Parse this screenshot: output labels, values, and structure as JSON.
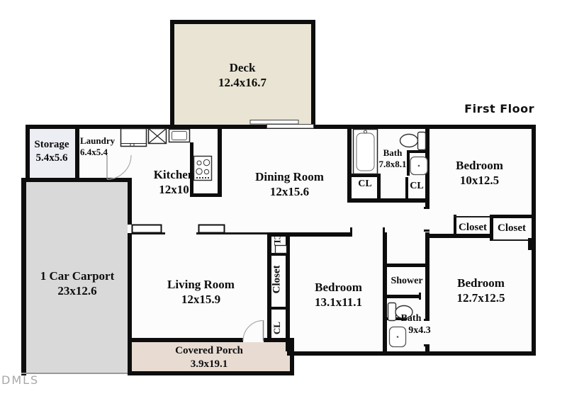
{
  "title": "First Floor",
  "watermark": "DMLS",
  "rooms": {
    "deck": {
      "name": "Deck",
      "dims": "12.4x16.7"
    },
    "storage": {
      "name": "Storage",
      "dims": "5.4x5.6"
    },
    "laundry": {
      "name": "Laundry",
      "dims": "6.4x5.4"
    },
    "kitchen": {
      "name": "Kitchen",
      "dims": "12x10"
    },
    "dining_room": {
      "name": "Dining Room",
      "dims": "12x15.6"
    },
    "bath_main": {
      "name": "Bath",
      "dims": "7.8x8.1"
    },
    "bedroom_top_right": {
      "name": "Bedroom",
      "dims": "10x12.5"
    },
    "carport": {
      "name": "1 Car Carport",
      "dims": "23x12.6"
    },
    "living_room": {
      "name": "Living Room",
      "dims": "12x15.9"
    },
    "bedroom_middle": {
      "name": "Bedroom",
      "dims": "13.1x11.1"
    },
    "shower": {
      "name": "Shower"
    },
    "bath_second": {
      "name": "Bath",
      "dims": "9x4.3"
    },
    "bedroom_bottom_right": {
      "name": "Bedroom",
      "dims": "12.7x12.5"
    },
    "covered_porch": {
      "name": "Covered Porch",
      "dims": "3.9x19.1"
    }
  },
  "closets": {
    "cl_bath_left": "CL",
    "cl_bath_right": "CL",
    "closet_bedroom_top": "Closet",
    "closet_bedroom_bottom": "Closet",
    "cl_hall_top": "CL",
    "closet_hall": "Closet",
    "cl_entry": "CL"
  },
  "icons": [
    "washer-icon",
    "water-heater-icon",
    "kitchen-sink-icon",
    "stove-icon",
    "bathtub-icon",
    "toilet-icon",
    "sink-icon",
    "toilet-icon",
    "sink-icon",
    "sliding-door-icon",
    "door-swing-icon",
    "door-swing-icon",
    "wall-opening-icon",
    "wall-opening-icon",
    "closet-shelf-icon"
  ],
  "colors": {
    "wall": "#0d0d0d",
    "room_fill": "#fcfcfc",
    "deck_fill": "#e9e4d3",
    "storage_fill": "#ededf4",
    "carport_fill": "#d9d9d9",
    "porch_fill": "#e8dcd2",
    "watermark": "#a8a8a8"
  }
}
